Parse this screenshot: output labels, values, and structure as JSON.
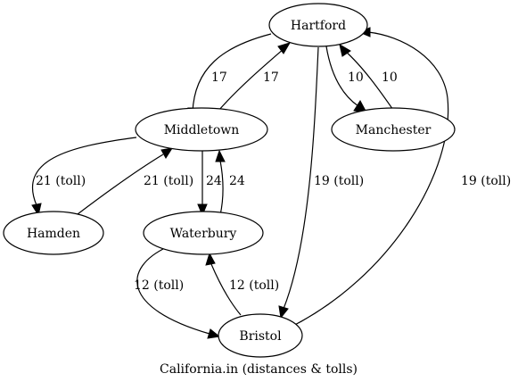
{
  "diagram": {
    "caption": "California.in (distances & tolls)",
    "nodes": {
      "hartford": "Hartford",
      "middletown": "Middletown",
      "manchester": "Manchester",
      "hamden": "Hamden",
      "waterbury": "Waterbury",
      "bristol": "Bristol"
    },
    "edges": [
      {
        "from": "Hartford",
        "to": "Middletown",
        "label": "17"
      },
      {
        "from": "Middletown",
        "to": "Hartford",
        "label": "17"
      },
      {
        "from": "Hartford",
        "to": "Manchester",
        "label": "10"
      },
      {
        "from": "Manchester",
        "to": "Hartford",
        "label": "10"
      },
      {
        "from": "Hartford",
        "to": "Bristol",
        "label": "19 (toll)"
      },
      {
        "from": "Bristol",
        "to": "Hartford",
        "label": "19 (toll)"
      },
      {
        "from": "Middletown",
        "to": "Hamden",
        "label": "21 (toll)"
      },
      {
        "from": "Hamden",
        "to": "Middletown",
        "label": "21 (toll)"
      },
      {
        "from": "Middletown",
        "to": "Waterbury",
        "label": "24"
      },
      {
        "from": "Waterbury",
        "to": "Middletown",
        "label": "24"
      },
      {
        "from": "Waterbury",
        "to": "Bristol",
        "label": "12 (toll)"
      },
      {
        "from": "Bristol",
        "to": "Waterbury",
        "label": "12 (toll)"
      }
    ]
  }
}
